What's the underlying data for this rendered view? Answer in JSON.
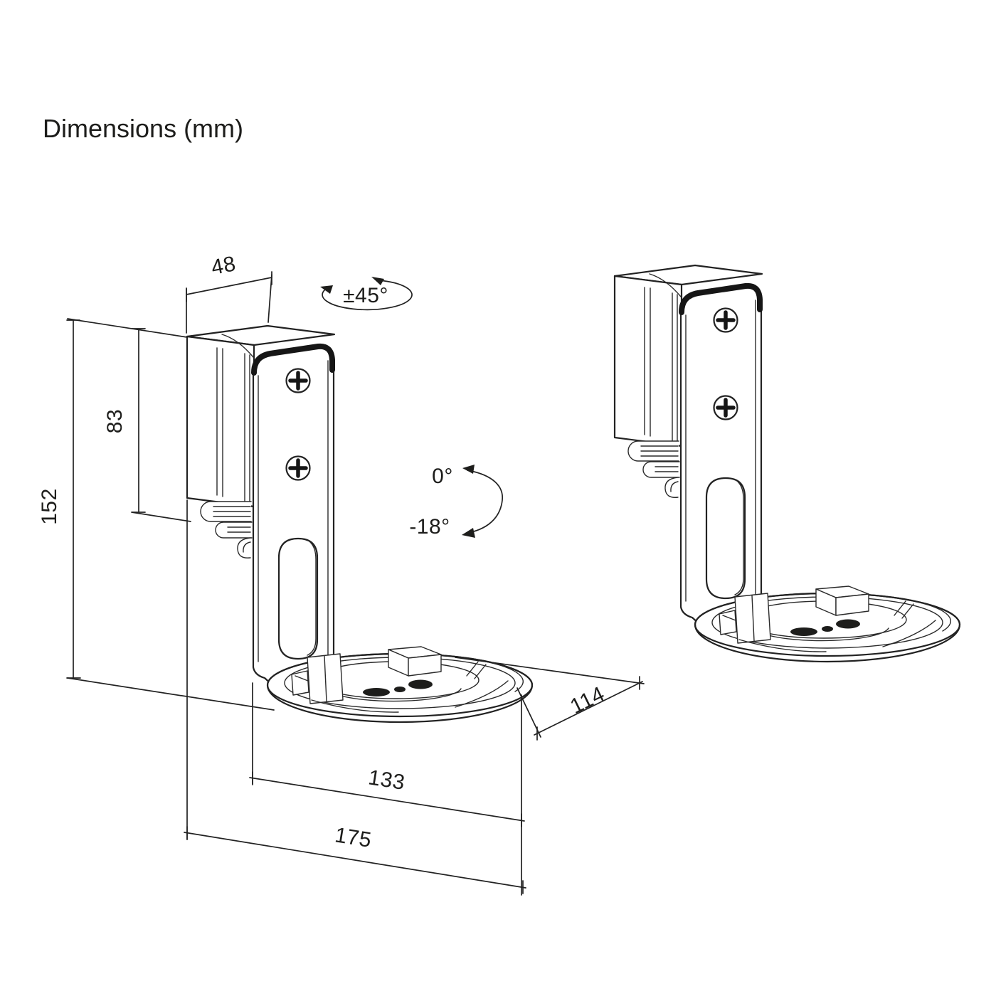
{
  "title": {
    "text": "Dimensions (mm)"
  },
  "diagram": {
    "type": "technical-drawing",
    "subject": "Speaker wall-mount bracket shown twice (dimensioned view and plain view)",
    "units": "mm",
    "background": "#ffffff",
    "line_color": "#222222",
    "dimensions": {
      "bracket_depth": "48",
      "wall_plate_height": "83",
      "overall_height": "152",
      "swivel_range": "±45°",
      "tilt_max": "0°",
      "tilt_min": "-18°",
      "base_depth": "114",
      "base_width": "133",
      "overall_width": "175"
    }
  }
}
